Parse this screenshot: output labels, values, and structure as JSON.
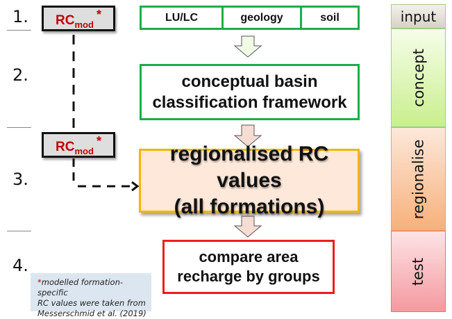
{
  "steps": [
    {
      "number": "1."
    },
    {
      "number": "2."
    },
    {
      "number": "3."
    },
    {
      "number": "4."
    }
  ],
  "rcmod": {
    "base": "RC",
    "subscript": "mod",
    "marker": "*"
  },
  "input_row": {
    "cells": [
      "LU/LC",
      "geology",
      "soil"
    ]
  },
  "concept_box": {
    "line1": "conceptual basin",
    "line2": "classification framework"
  },
  "region_box": {
    "line1": "regionalised RC values",
    "line2": "(all formations)"
  },
  "compare_box": {
    "line1": "compare area",
    "line2": "recharge by groups"
  },
  "footnote": {
    "marker": "*",
    "line1": "modelled formation-specific",
    "line2": "RC values were taken from",
    "line3": "Messerschmid et al. (2019)"
  },
  "phases": {
    "input": "input",
    "concept": "concept",
    "regionalise": "regionalise",
    "test": "test"
  },
  "colors": {
    "input_border": "#1fab48",
    "concept_border": "#1fab48",
    "region_border": "#f7b500",
    "region_fill": "#fde8d9",
    "compare_border": "#f21b1b",
    "rcmod_text": "#c00000",
    "footnote_bg": "#dce6f0"
  }
}
